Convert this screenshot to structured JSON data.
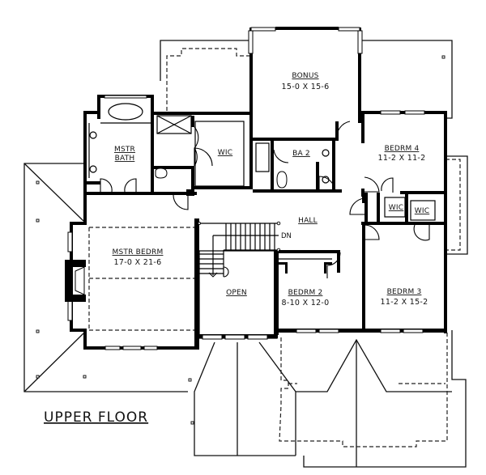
{
  "plan": {
    "title": "UPPER FLOOR",
    "stair_label": "DN",
    "rooms": [
      {
        "id": "bonus",
        "name": "BONUS",
        "dims": "15-0 X 15-6"
      },
      {
        "id": "mstr_bath",
        "name_line1": "MSTR",
        "name_line2": "BATH"
      },
      {
        "id": "wic_master",
        "name": "WIC"
      },
      {
        "id": "ba2",
        "name": "BA 2"
      },
      {
        "id": "bedrm4",
        "name": "BEDRM 4",
        "dims": "11-2 X 11-2"
      },
      {
        "id": "hall",
        "name": "HALL"
      },
      {
        "id": "wic_a",
        "name": "WIC"
      },
      {
        "id": "wic_b",
        "name": "WIC"
      },
      {
        "id": "mstr_bedrm",
        "name": "MSTR BEDRM",
        "dims": "17-0 X 21-6"
      },
      {
        "id": "open",
        "name": "OPEN"
      },
      {
        "id": "bedrm2",
        "name": "BEDRM 2",
        "dims": "8-10 X 12-0"
      },
      {
        "id": "bedrm3",
        "name": "BEDRM 3",
        "dims": "11-2 X 15-2"
      }
    ]
  }
}
